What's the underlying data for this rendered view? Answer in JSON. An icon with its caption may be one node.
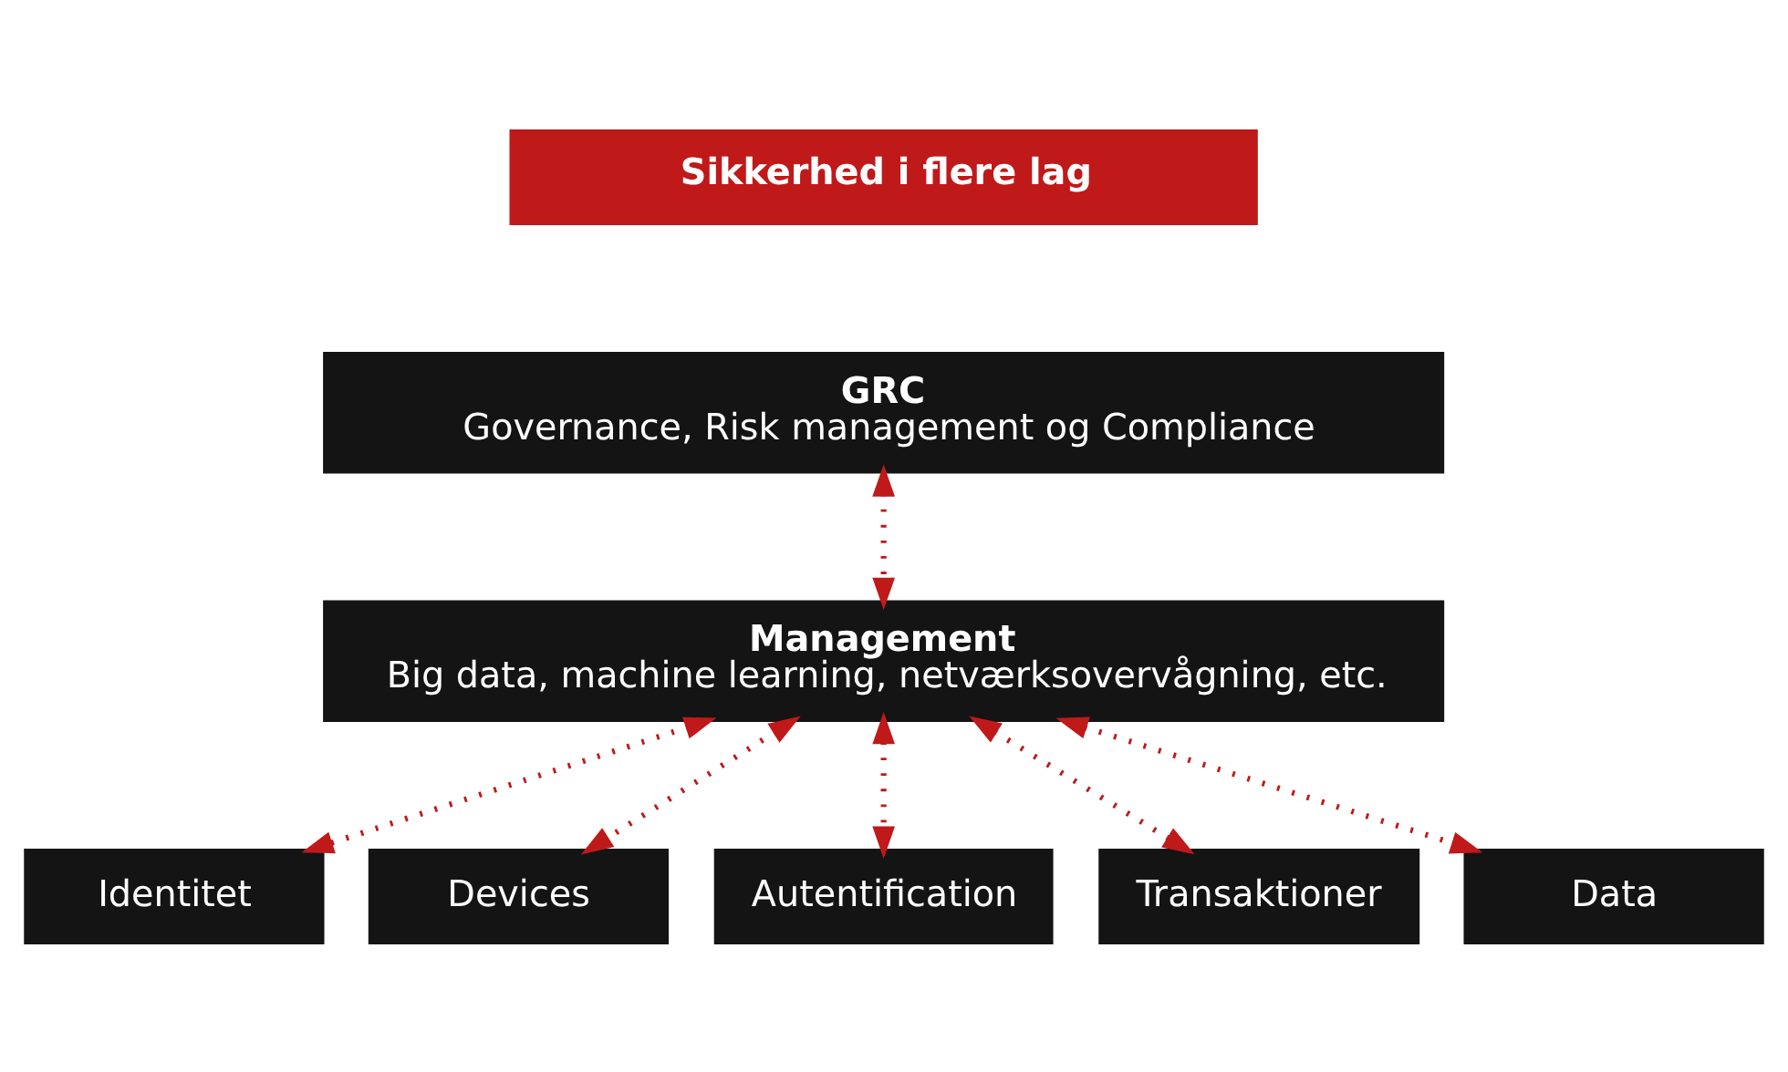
{
  "diagram": {
    "nodes": [
      {
        "text": [
          "Sikkerhed i flere lag"
        ]
      },
      {
        "text": [
          "GRC",
          "Governance, Risk management og Compliance"
        ]
      },
      {
        "text": [
          "Management",
          "Big data, machine learning, netværksovervågning, etc."
        ]
      },
      {
        "text": [
          "Identitet"
        ]
      },
      {
        "text": [
          "Devices"
        ]
      },
      {
        "text": [
          "Autentification"
        ]
      },
      {
        "text": [
          "Transaktioner"
        ]
      },
      {
        "text": [
          "Data"
        ]
      }
    ],
    "edges": [
      {
        "from": 1,
        "to": 2,
        "arrow": "both",
        "style": "dashed"
      },
      {
        "from": 2,
        "to": 3,
        "arrow": "both",
        "style": "dashed"
      },
      {
        "from": 2,
        "to": 4,
        "arrow": "both",
        "style": "dashed"
      },
      {
        "from": 2,
        "to": 5,
        "arrow": "both",
        "style": "dashed"
      },
      {
        "from": 2,
        "to": 6,
        "arrow": "both",
        "style": "dashed"
      },
      {
        "from": 2,
        "to": 7,
        "arrow": "both",
        "style": "dashed"
      }
    ]
  }
}
